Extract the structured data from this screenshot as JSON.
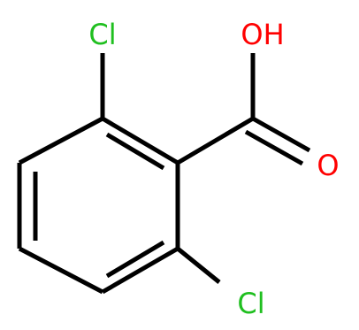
{
  "molecule": {
    "atoms": {
      "cl_top": "Cl",
      "cl_bottom": "Cl",
      "hydroxyl": "OH",
      "carbonyl_o": "O"
    },
    "colors": {
      "bond": "#000000",
      "chlorine": "#1fbf1f",
      "oxygen": "#ff0000"
    }
  }
}
